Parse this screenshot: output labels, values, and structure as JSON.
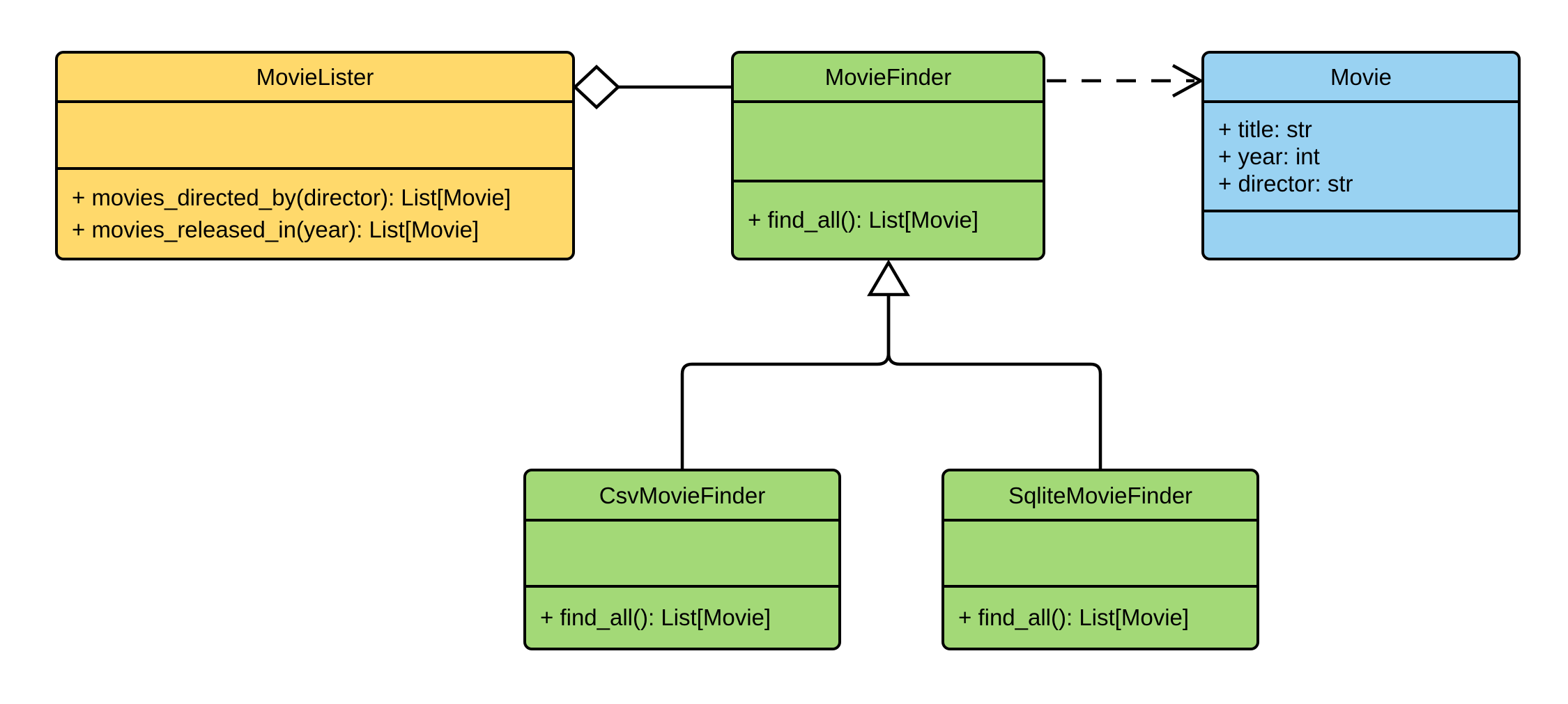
{
  "diagram": {
    "type": "uml-class-diagram",
    "background_color": "#ffffff",
    "stroke_color": "#000000"
  },
  "colors": {
    "movielister_fill": "#FFD96B",
    "finder_fill": "#A3D977",
    "movie_fill": "#99D2F2"
  },
  "classes": {
    "movie_lister": {
      "name": "MovieLister",
      "attributes": [],
      "methods": [
        "+ movies_directed_by(director): List[Movie]",
        "+ movies_released_in(year): List[Movie]"
      ]
    },
    "movie_finder": {
      "name": "MovieFinder",
      "attributes": [],
      "methods": [
        "+ find_all(): List[Movie]"
      ]
    },
    "movie": {
      "name": "Movie",
      "attributes": [
        "+ title: str",
        "+ year: int",
        "+ director: str"
      ],
      "methods": []
    },
    "csv_movie_finder": {
      "name": "CsvMovieFinder",
      "attributes": [],
      "methods": [
        "+ find_all(): List[Movie]"
      ]
    },
    "sqlite_movie_finder": {
      "name": "SqliteMovieFinder",
      "attributes": [],
      "methods": [
        "+ find_all(): List[Movie]"
      ]
    }
  },
  "relationships": [
    {
      "type": "aggregation",
      "from": "MovieLister",
      "to": "MovieFinder"
    },
    {
      "type": "dependency",
      "from": "MovieFinder",
      "to": "Movie"
    },
    {
      "type": "generalization",
      "from": "CsvMovieFinder",
      "to": "MovieFinder"
    },
    {
      "type": "generalization",
      "from": "SqliteMovieFinder",
      "to": "MovieFinder"
    }
  ]
}
